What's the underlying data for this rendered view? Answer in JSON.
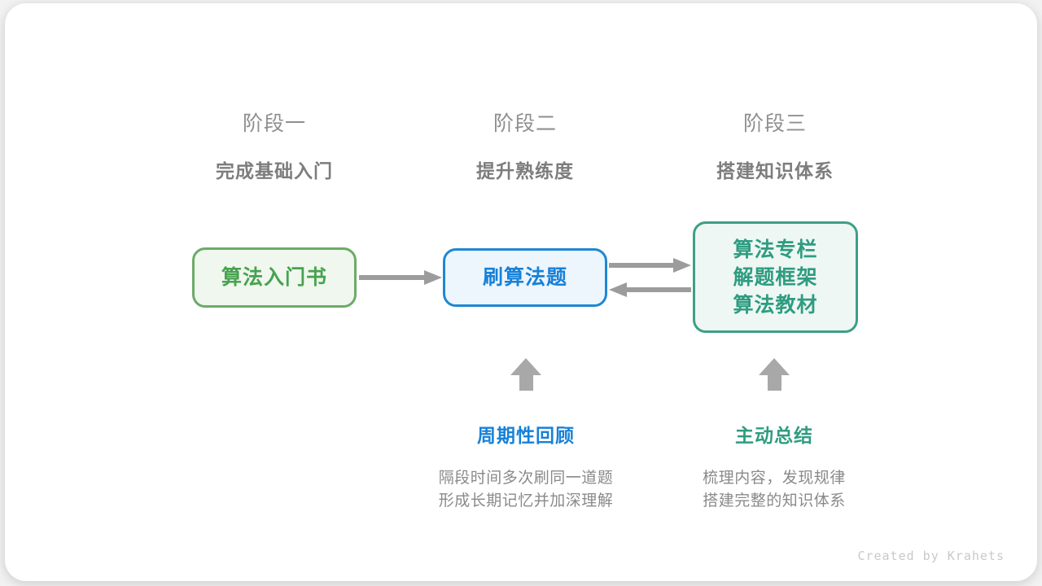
{
  "stages": [
    {
      "title": "阶段一",
      "subtitle": "完成基础入门"
    },
    {
      "title": "阶段二",
      "subtitle": "提升熟练度"
    },
    {
      "title": "阶段三",
      "subtitle": "搭建知识体系"
    }
  ],
  "nodes": [
    {
      "name": "node-intro-book",
      "theme": "green",
      "lines": [
        "算法入门书"
      ]
    },
    {
      "name": "node-practice",
      "theme": "blue",
      "lines": [
        "刷算法题"
      ]
    },
    {
      "name": "node-resources",
      "theme": "teal",
      "lines": [
        "算法专栏",
        "解题框架",
        "算法教材"
      ]
    }
  ],
  "connections": [
    {
      "from": "node-intro-book",
      "to": "node-practice",
      "direction": "right"
    },
    {
      "from": "node-practice",
      "to": "node-resources",
      "direction": "right"
    },
    {
      "from": "node-resources",
      "to": "node-practice",
      "direction": "left"
    }
  ],
  "methods": [
    {
      "title": "周期性回顾",
      "theme": "blue",
      "desc_line1": "隔段时间多次刷同一道题",
      "desc_line2": "形成长期记忆并加深理解"
    },
    {
      "title": "主动总结",
      "theme": "teal",
      "desc_line1": "梳理内容，发现规律",
      "desc_line2": "搭建完整的知识体系"
    }
  ],
  "attribution": "Created by Krahets",
  "colors": {
    "green_text": "#47a24f",
    "green_border": "#6cab68",
    "green_bg": "#eff7ee",
    "blue_text": "#1781d8",
    "blue_border": "#1e88d2",
    "blue_bg": "#edf5fd",
    "teal_text": "#2f9c81",
    "teal_border": "#3f9e87",
    "teal_bg": "#eef7f3",
    "stage_title_gray": "#8f8f8f",
    "stage_subtitle_gray": "#7d7d7d",
    "arrow_gray": "#9c9c9c",
    "block_arrow_gray": "#a8a8a8",
    "desc_gray": "#8a8a8a",
    "attribution_gray": "#c9c9c9",
    "card_bg": "#ffffff"
  }
}
